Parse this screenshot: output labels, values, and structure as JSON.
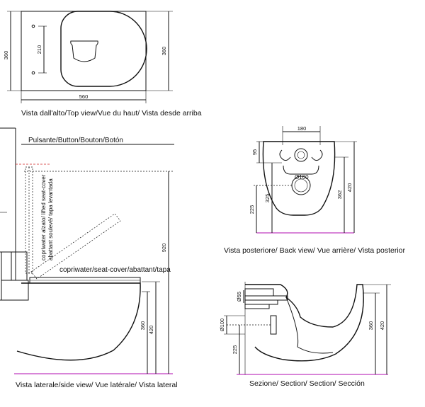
{
  "top_view": {
    "caption": "Vista dall'alto/Top view/Vue du haut/ Vista desde arriba",
    "dim_width": "560",
    "dim_depth_left": "360",
    "dim_depth_right": "360",
    "dim_fixing": "210"
  },
  "side_view": {
    "caption": "Vista laterale/side view/ Vue latérale/ Vista lateral",
    "label_button": "Pulsante/Button/Bouton/Botón",
    "label_lifted_line1": "copriwater alzato/ lifted seat-cover",
    "label_lifted_line2": "abattant soulevé/ tapa levantada",
    "label_seat_cover": "copriwater/seat-cover/abattant/tapa",
    "dim_height_total": "920",
    "dim_bowl_height": "420",
    "dim_bowl_inner": "360"
  },
  "back_view": {
    "caption": "Vista posteriore/ Back view/ Vue arrière/ Vista posterior",
    "dim_width_top": "180",
    "dim_95": "95",
    "dim_pipe": "Ø100",
    "dim_pipe_small": "Ø100",
    "dim_325": "325",
    "dim_225": "225",
    "dim_362": "362",
    "dim_420": "420"
  },
  "section_view": {
    "caption": "Sezione/ Section/ Section/ Sección",
    "dim_55": "Ø55",
    "dim_pipe": "Ø100",
    "dim_225": "225",
    "dim_360": "360",
    "dim_420": "420"
  }
}
